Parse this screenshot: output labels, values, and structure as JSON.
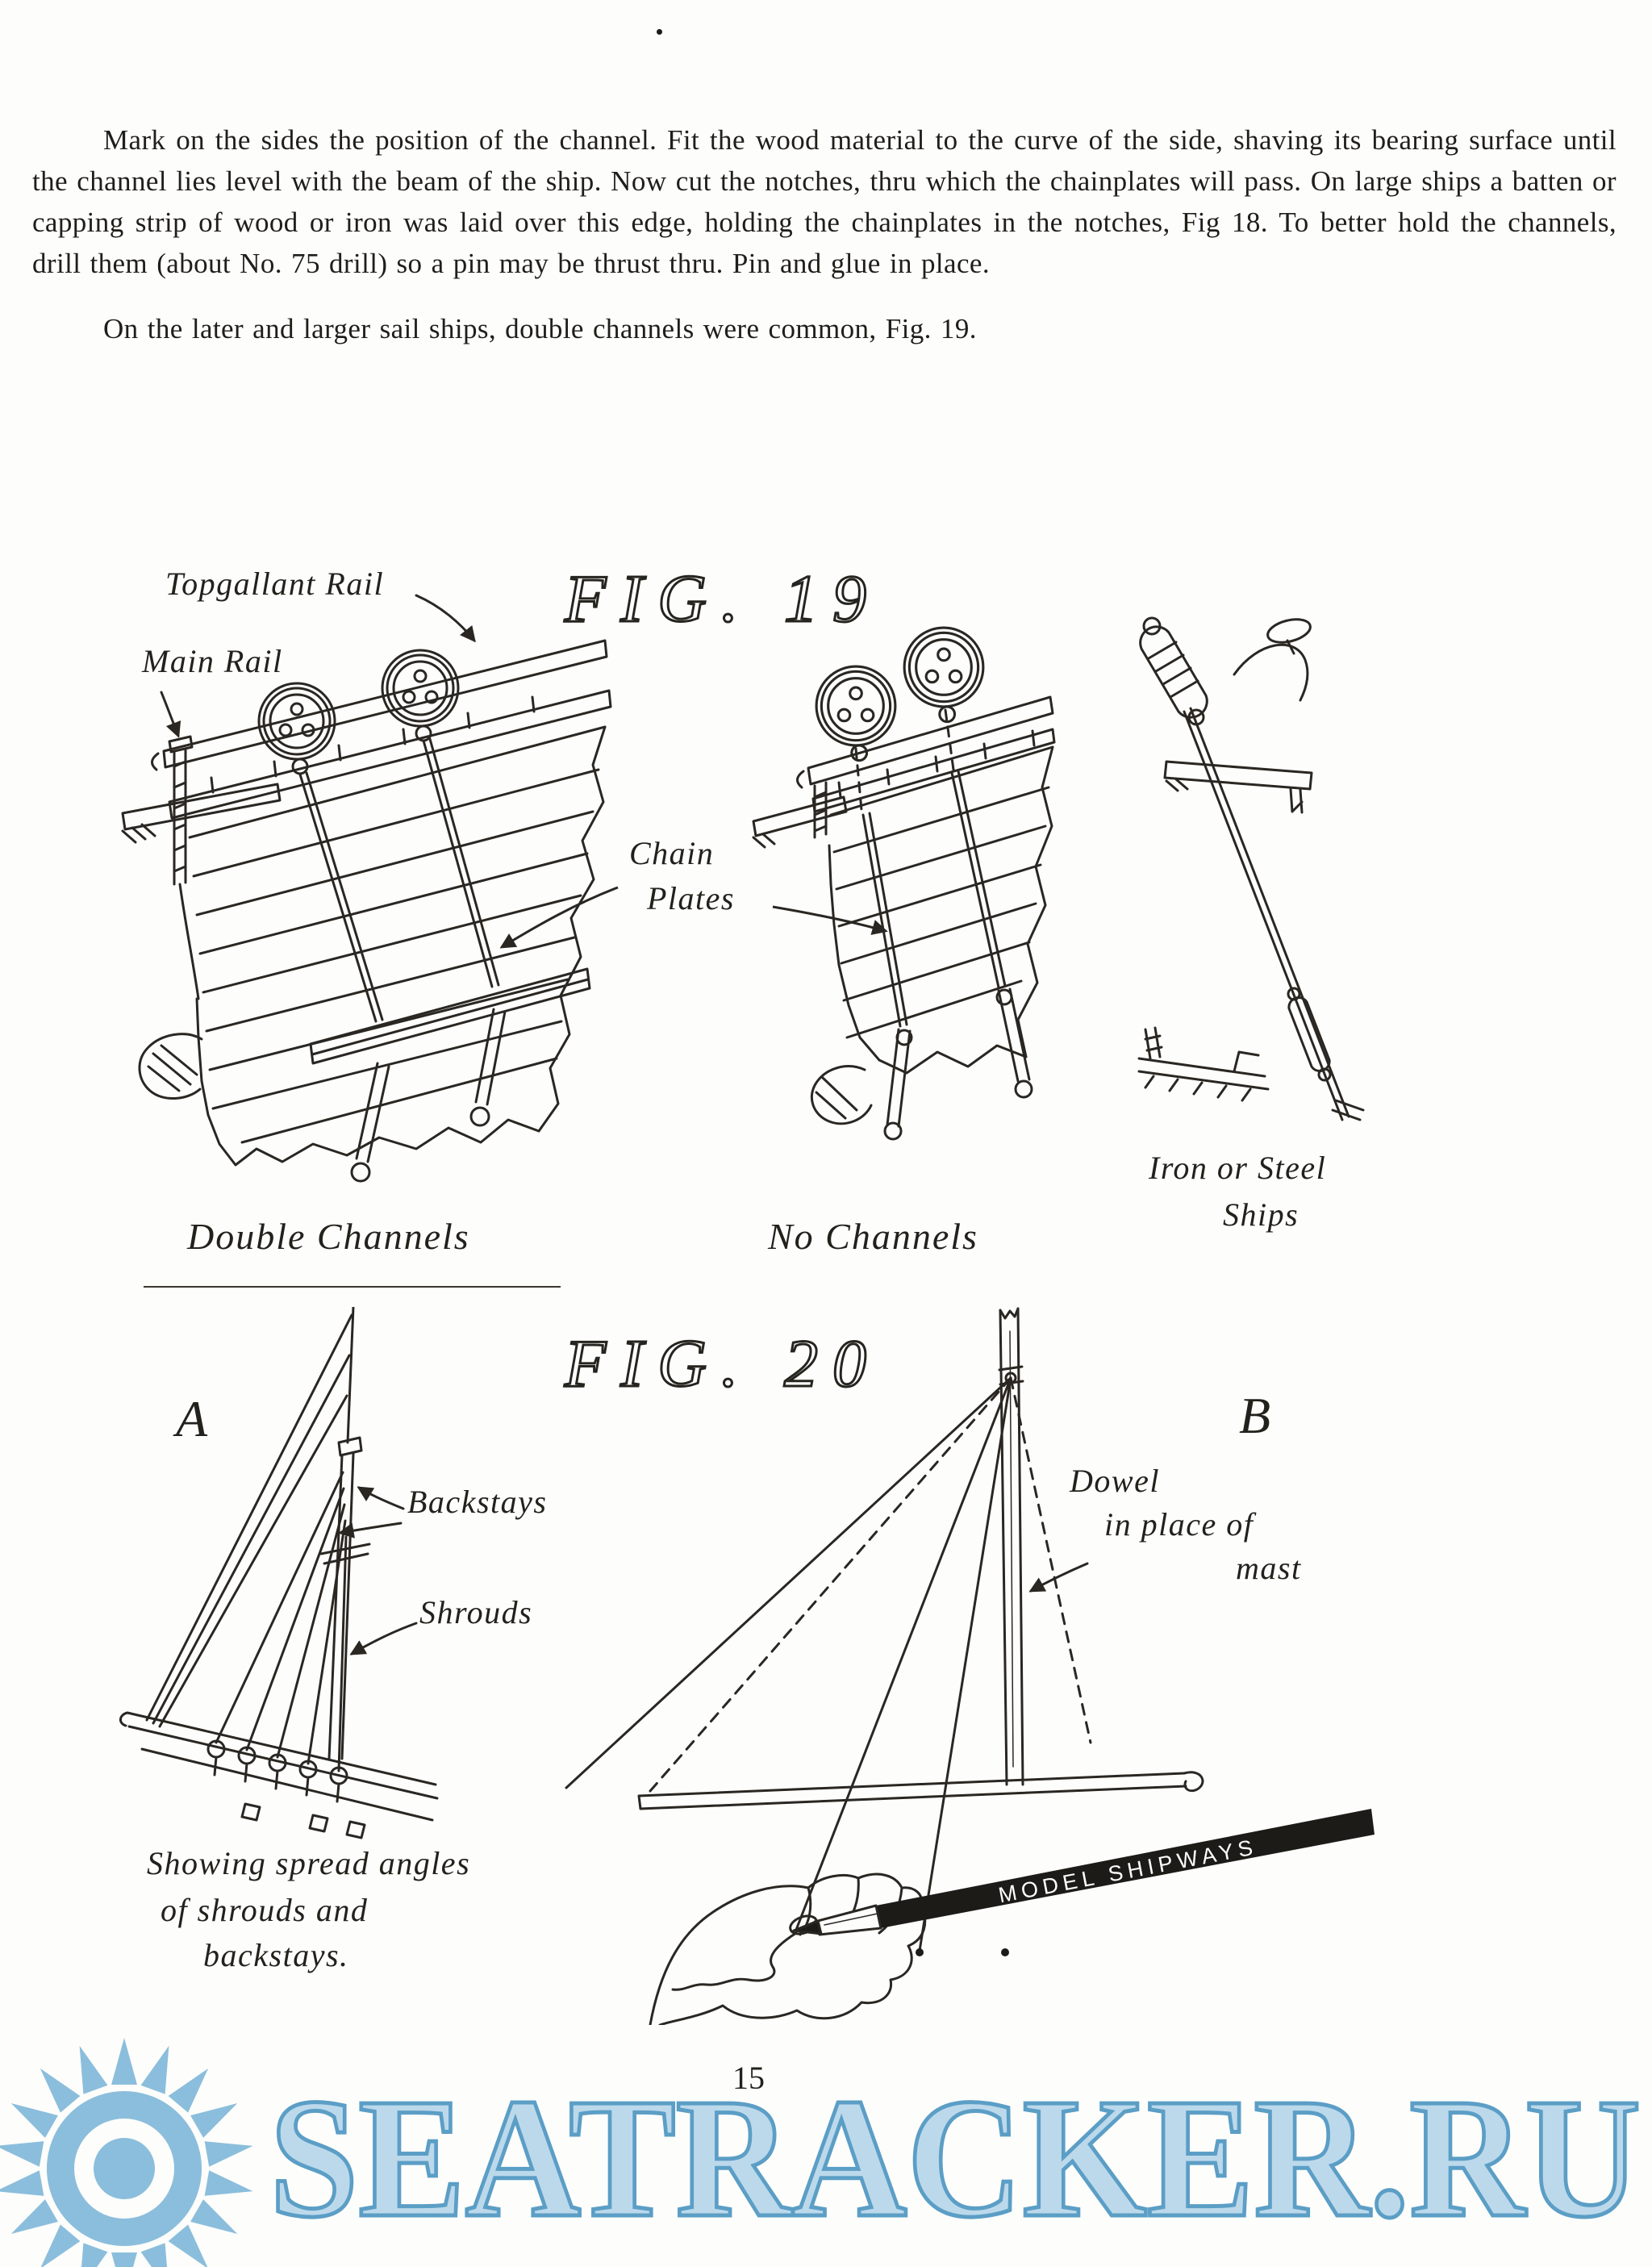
{
  "document": {
    "paragraph1": "Mark on the sides the position of the channel. Fit the wood material to the curve of the side, shaving its bearing surface until the channel lies level with the beam of the ship. Now cut the notches, thru which the chainplates will pass. On large ships a batten or capping strip of wood or iron was laid over this edge, holding the chainplates in the notches, Fig 18. To better hold the channels, drill them (about No. 75 drill) so a pin may be thrust thru. Pin and glue in place.",
    "paragraph2": "On the later and larger sail ships, double channels were common, Fig. 19.",
    "page_number": "15"
  },
  "fig19": {
    "title": "FIG. 19",
    "label_topgallant_rail": "Topgallant Rail",
    "label_main_rail": "Main Rail",
    "label_chain": "Chain",
    "label_plates": "Plates",
    "caption_left": "Double  Channels",
    "caption_middle": "No  Channels",
    "caption_right_line1": "Iron or Steel",
    "caption_right_line2": "Ships"
  },
  "fig20": {
    "title": "FIG. 20",
    "label_a": "A",
    "label_b": "B",
    "label_backstays": "Backstays",
    "label_shrouds": "Shrouds",
    "caption_line1": "Showing spread angles",
    "caption_line2": "of shrouds  and",
    "caption_line3": "backstays.",
    "label_dowel_line1": "Dowel",
    "label_dowel_line2": "in place of",
    "label_dowel_line3": "mast",
    "pencil_text": "MODEL SHIPWAYS"
  },
  "watermark": {
    "text": "SEATRACKER.RU",
    "fill_color": "#b7d6ea",
    "outline_color": "#4e96c2"
  }
}
